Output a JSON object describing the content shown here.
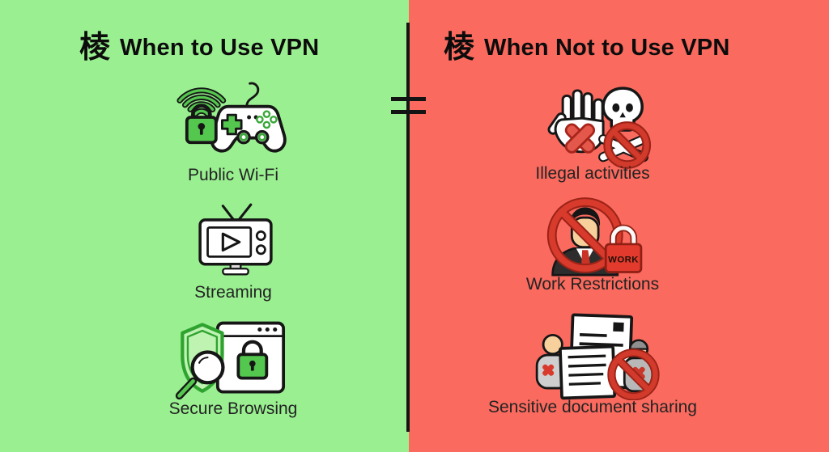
{
  "infographic": {
    "divider_color": "#141414",
    "accent_green": "#54c74e",
    "accent_red": "#d83a2c",
    "text_color": "#232323"
  },
  "left_panel": {
    "background_color": "#9af091",
    "header_icon": "棱",
    "title": "When to Use VPN",
    "items": [
      {
        "icon": "public-wifi-gamepad-icon",
        "label": "Public Wi-Fi"
      },
      {
        "icon": "streaming-tv-icon",
        "label": "Streaming"
      },
      {
        "icon": "secure-browsing-shield-icon",
        "label": "Secure Browsing"
      }
    ]
  },
  "right_panel": {
    "background_color": "#fa6a5e",
    "header_icon": "棱",
    "title": "When Not to Use VPN",
    "items": [
      {
        "icon": "illegal-activities-icon",
        "label": "Illegal activities"
      },
      {
        "icon": "work-restrictions-icon",
        "label": "Work Restrictions",
        "lock_text": "WORK"
      },
      {
        "icon": "sensitive-document-sharing-icon",
        "label": "Sensitive document sharing"
      }
    ]
  }
}
